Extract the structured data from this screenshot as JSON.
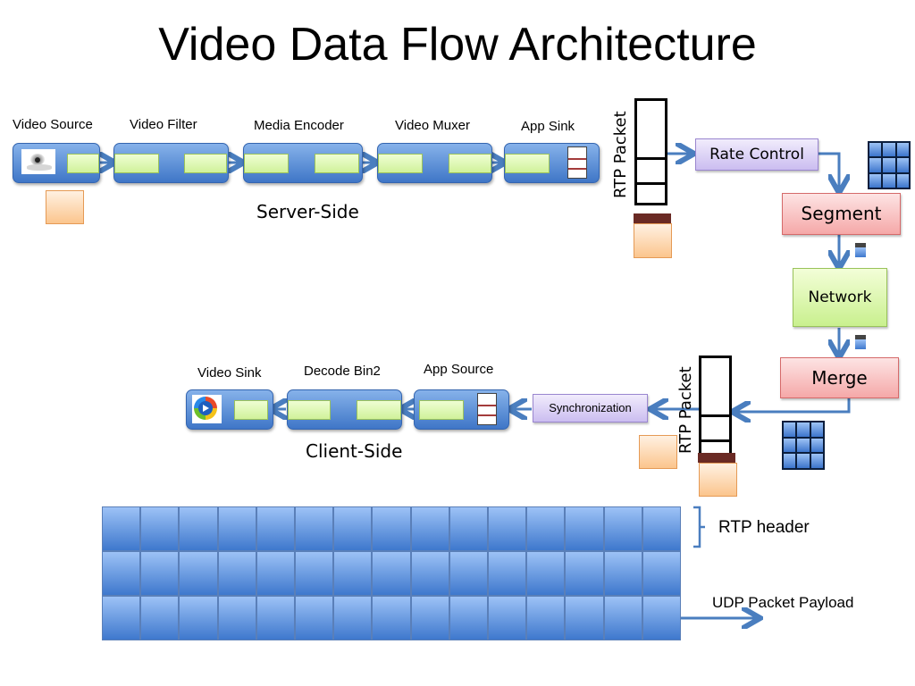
{
  "title": "Video Data Flow Architecture",
  "server": {
    "label": "Server-Side",
    "stages": [
      {
        "name": "Video Source",
        "icon": "webcam-icon"
      },
      {
        "name": "Video Filter"
      },
      {
        "name": "Media Encoder"
      },
      {
        "name": "Video Muxer"
      },
      {
        "name": "App Sink",
        "icon": "buffer-icon"
      }
    ]
  },
  "client": {
    "label": "Client-Side",
    "stages": [
      {
        "name": "Video Sink",
        "icon": "media-player-icon"
      },
      {
        "name": "Decode Bin2"
      },
      {
        "name": "App Source",
        "icon": "buffer-icon"
      }
    ]
  },
  "rtp_packet_label": "RTP Packet",
  "processes": {
    "rate_control": "Rate Control",
    "segment": "Segment",
    "network": "Network",
    "merge": "Merge",
    "synchronization": "Synchronization"
  },
  "packet_legend": {
    "rtp_header": "RTP header",
    "udp_payload": "UDP Packet Payload"
  },
  "colors": {
    "stage_blue": "#3f76c7",
    "pad_green": "#d0f29a",
    "orange": "#fbc58d",
    "arrow": "#4a7ebf",
    "purple": "#cbbdf0",
    "pink": "#f5a8a8",
    "green": "#c9f08e"
  }
}
